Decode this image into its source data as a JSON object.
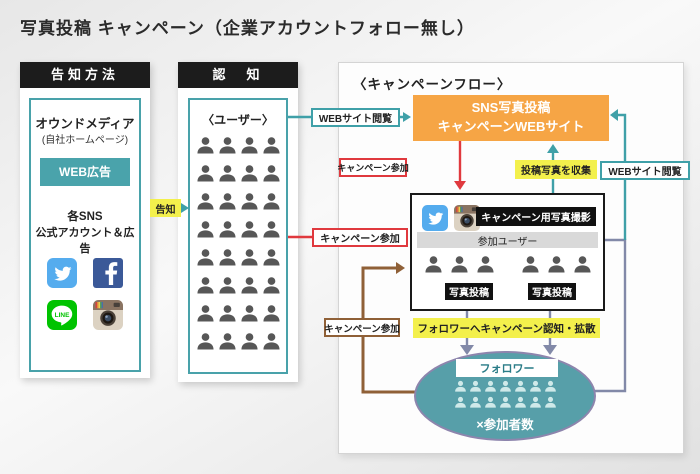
{
  "title": "写真投稿 キャンペーン（企業アカウントフォロー無し）",
  "method_panel": {
    "header": "告知方法",
    "owned_media": "オウンドメディア",
    "owned_media_sub": "(自社ホームページ)",
    "web_ad": "WEB広告",
    "sns_line1": "各SNS",
    "sns_line2": "公式アカウント＆広告",
    "icons": [
      "twitter",
      "facebook",
      "line",
      "instagram"
    ]
  },
  "awareness_panel": {
    "header": "認　知",
    "users_label": "〈ユーザー〉",
    "user_icon_count": 32
  },
  "flow_panel": {
    "header": "〈キャンペーンフロー〉",
    "website_box": {
      "line1": "SNS写真投稿",
      "line2": "キャンペーンWEBサイト"
    },
    "tags": {
      "notice": "告知",
      "web_view_left": "WEBサイト閲覧",
      "campaign_join_from_users": "キャンペーン参加",
      "campaign_join_from_site": "キャンペーン参加",
      "collect_photos": "投稿写真を収集",
      "web_view_right": "WEBサイト閲覧",
      "campaign_join_loop": "キャンペーン参加",
      "spread_bar": "フォロワーへキャンペーン認知・拡散"
    },
    "participants_box": {
      "photo_shoot_label": "キャンペーン用写真撮影",
      "users_bar": "参加ユーザー",
      "post_left": "写真投稿",
      "post_right": "写真投稿",
      "group_icon_count": 3
    },
    "followers": {
      "label": "フォロワー",
      "caption": "×参加者数",
      "row1_icon_count": 7,
      "row2_icon_count": 7
    }
  },
  "colors": {
    "teal": "#3fa0a8",
    "orange": "#f6a545",
    "yellow": "#f3f04c",
    "red": "#e0393e",
    "brown": "#8f6037",
    "slate": "#8289a8",
    "ellipse_fill": "#579fa9",
    "ellipse_stroke": "#8d85ad",
    "header_black": "#1c1c1c"
  }
}
